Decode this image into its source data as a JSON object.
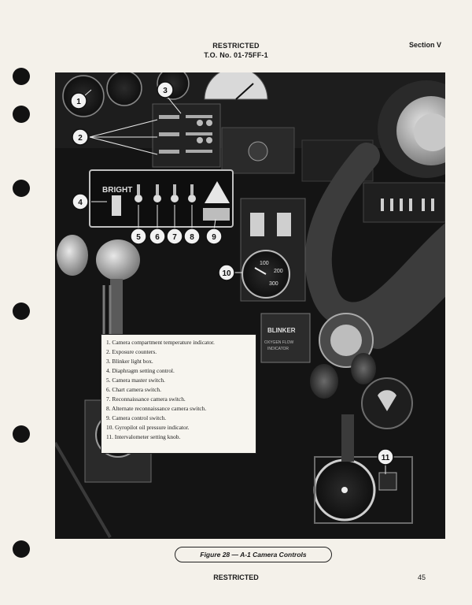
{
  "header": {
    "classification": "RESTRICTED",
    "tech_order": "T.O. No. 01-75FF-1",
    "section": "Section V"
  },
  "photo": {
    "panel_labels": {
      "bright": "BRIGHT",
      "blinker": "BLINKER",
      "oxygen_flow": "OXYGEN FLOW",
      "indicator": "INDICATOR"
    },
    "gauge_scale": [
      "100",
      "200",
      "300"
    ],
    "callouts": [
      "1",
      "2",
      "3",
      "4",
      "5",
      "6",
      "7",
      "8",
      "9",
      "10",
      "11"
    ]
  },
  "legend": {
    "items": [
      "1. Camera compartment temperature indicator.",
      "2. Exposure counters.",
      "3. Blinker light box.",
      "4. Diaphragm setting control.",
      "5. Camera master switch.",
      "6. Chart camera switch.",
      "7. Reconnaissance camera switch.",
      "8. Alternate reconnaissance camera switch.",
      "9. Camera control switch.",
      "10. Gyropilot oil pressure indicator.",
      "11. Intervalometer setting knob."
    ]
  },
  "figure": {
    "caption": "Figure 28 — A-1 Camera Controls"
  },
  "footer": {
    "classification": "RESTRICTED",
    "page_number": "45"
  }
}
